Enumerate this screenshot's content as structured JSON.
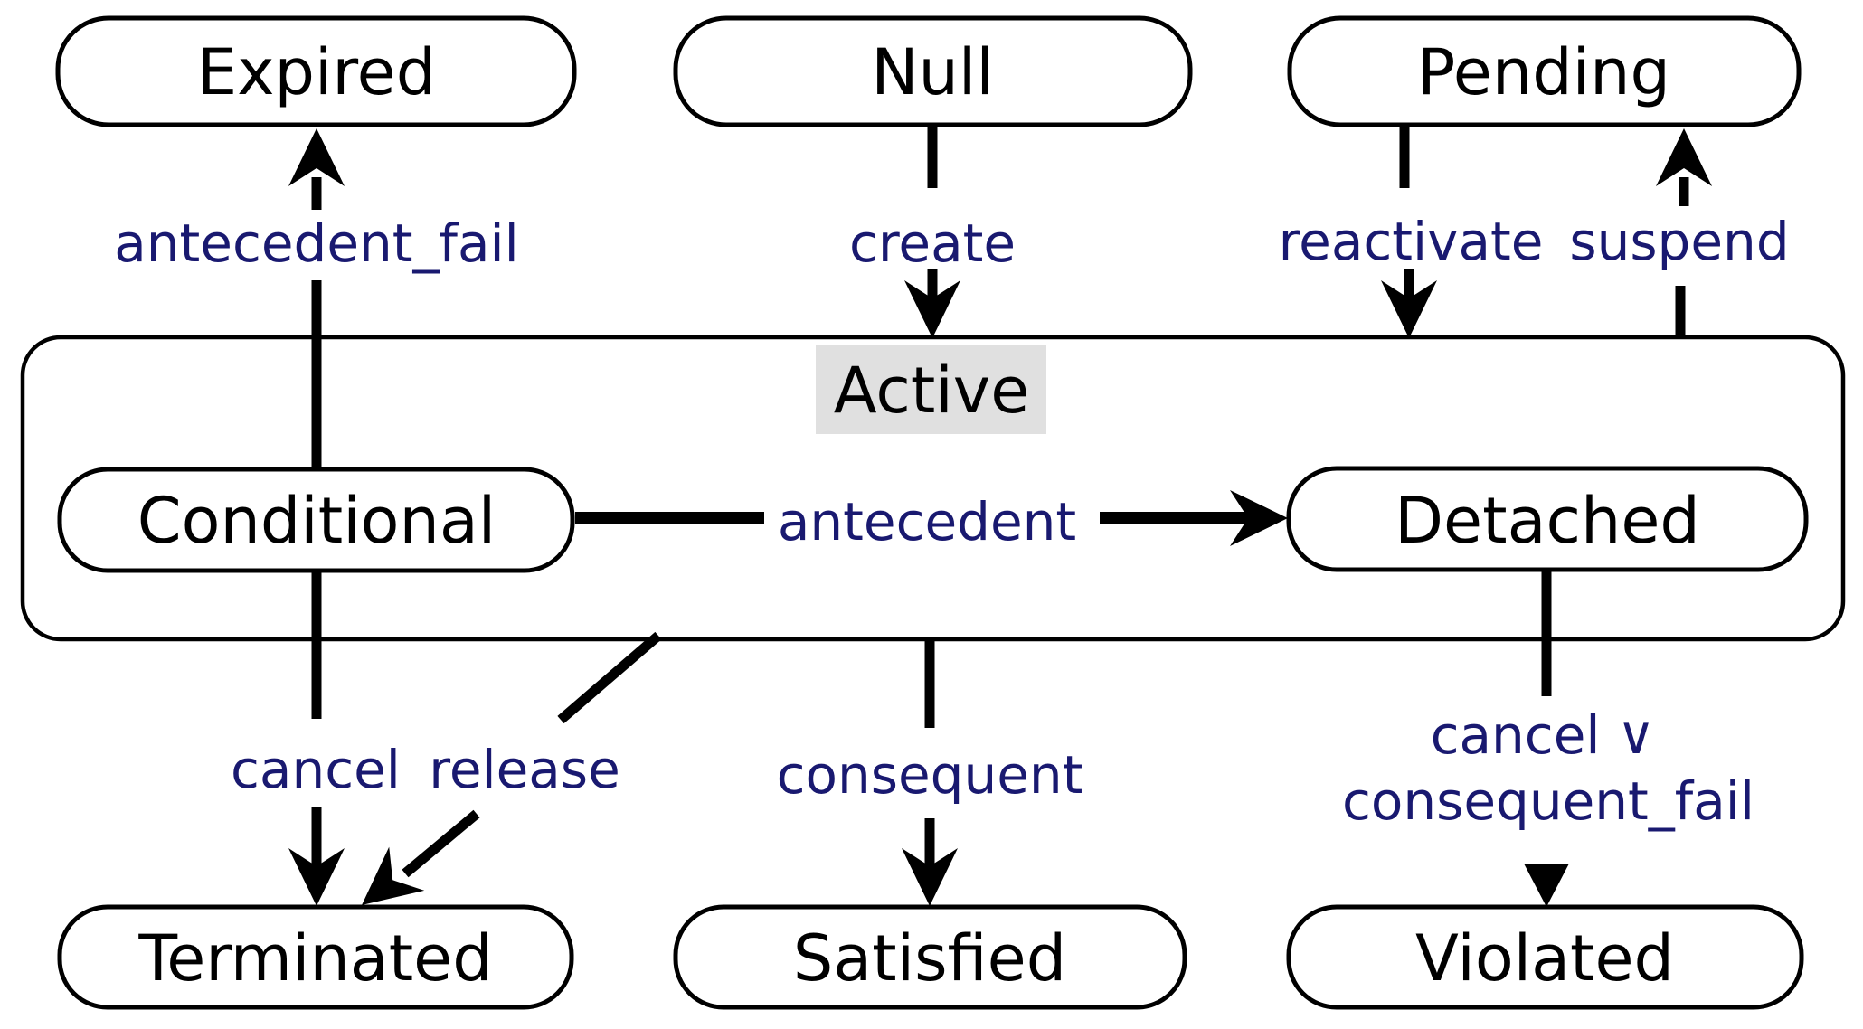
{
  "diagram": {
    "colors": {
      "label": "#191970",
      "stroke": "#000000",
      "active_label_bg": "#e0e0e0",
      "background": "#ffffff"
    },
    "states": {
      "expired": "Expired",
      "null": "Null",
      "pending": "Pending",
      "active": "Active",
      "conditional": "Conditional",
      "detached": "Detached",
      "terminated": "Terminated",
      "satisfied": "Satisfied",
      "violated": "Violated"
    },
    "transitions": {
      "antecedent_fail": "antecedent_fail",
      "create": "create",
      "reactivate": "reactivate",
      "suspend": "suspend",
      "antecedent": "antecedent",
      "cancel": "cancel",
      "release": "release",
      "consequent": "consequent",
      "cancel_or_line1": "cancel ∨",
      "cancel_or_line2": "consequent_fail"
    },
    "edges": [
      {
        "from": "Conditional",
        "to": "Expired",
        "label": "antecedent_fail"
      },
      {
        "from": "Null",
        "to": "Active",
        "label": "create"
      },
      {
        "from": "Pending",
        "to": "Active",
        "label": "reactivate"
      },
      {
        "from": "Active",
        "to": "Pending",
        "label": "suspend"
      },
      {
        "from": "Conditional",
        "to": "Detached",
        "label": "antecedent"
      },
      {
        "from": "Conditional",
        "to": "Terminated",
        "label": "cancel"
      },
      {
        "from": "Active",
        "to": "Terminated",
        "label": "release"
      },
      {
        "from": "Active",
        "to": "Satisfied",
        "label": "consequent"
      },
      {
        "from": "Detached",
        "to": "Violated",
        "label": "cancel ∨ consequent_fail"
      }
    ]
  }
}
